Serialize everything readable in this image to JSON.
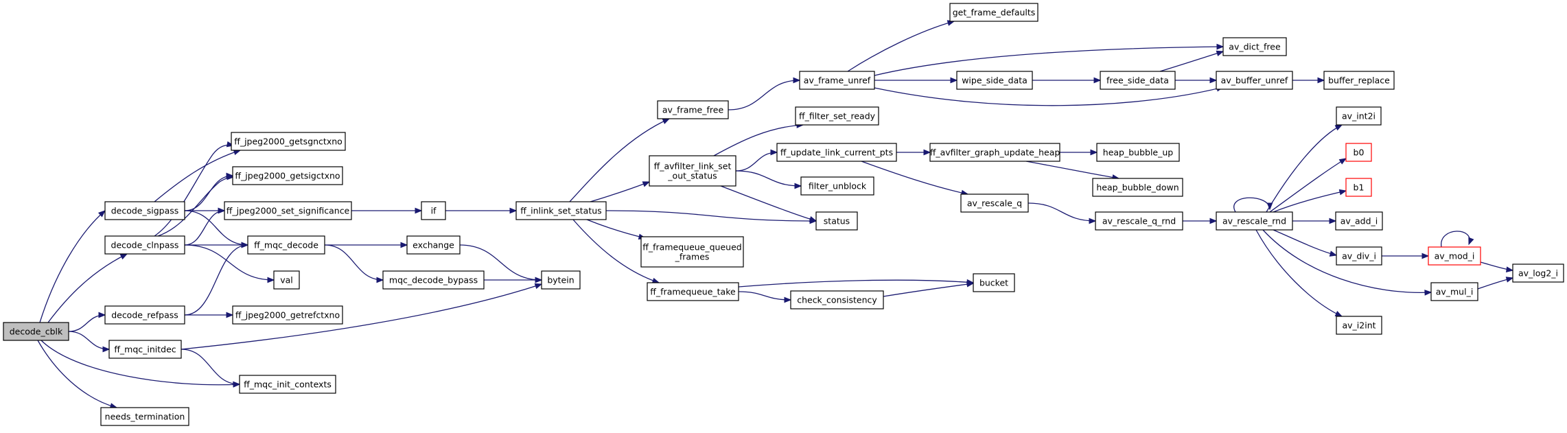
{
  "diagram": {
    "type": "call-graph",
    "colors": {
      "edge": "#191970",
      "node_border": "#000000",
      "root_fill": "#bfbfbf",
      "highlight_border": "#ff0000"
    },
    "nodes": [
      {
        "id": "decode_cblk",
        "label": "decode_cblk",
        "style": "root"
      },
      {
        "id": "decode_sigpass",
        "label": "decode_sigpass"
      },
      {
        "id": "decode_clnpass",
        "label": "decode_clnpass"
      },
      {
        "id": "decode_refpass",
        "label": "decode_refpass"
      },
      {
        "id": "ff_mqc_initdec",
        "label": "ff_mqc_initdec"
      },
      {
        "id": "needs_termination",
        "label": "needs_termination"
      },
      {
        "id": "getsgnctxno",
        "label": "ff_jpeg2000_getsgnctxno"
      },
      {
        "id": "getsigctxno",
        "label": "ff_jpeg2000_getsigctxno"
      },
      {
        "id": "set_significance",
        "label": "ff_jpeg2000_set_significance"
      },
      {
        "id": "ff_mqc_decode",
        "label": "ff_mqc_decode"
      },
      {
        "id": "val",
        "label": "val"
      },
      {
        "id": "getrefctxno",
        "label": "ff_jpeg2000_getrefctxno"
      },
      {
        "id": "init_contexts",
        "label": "ff_mqc_init_contexts"
      },
      {
        "id": "if",
        "label": "if"
      },
      {
        "id": "exchange",
        "label": "exchange"
      },
      {
        "id": "mqc_decode_bypass",
        "label": "mqc_decode_bypass"
      },
      {
        "id": "bytein",
        "label": "bytein"
      },
      {
        "id": "ff_inlink_set_status",
        "label": "ff_inlink_set_status"
      },
      {
        "id": "av_frame_free",
        "label": "av_frame_free"
      },
      {
        "id": "link_set_out_status",
        "label": [
          "ff_avfilter_link_set",
          "_out_status"
        ]
      },
      {
        "id": "framequeue_queued_frames",
        "label": [
          "ff_framequeue_queued",
          "_frames"
        ]
      },
      {
        "id": "framequeue_take",
        "label": "ff_framequeue_take"
      },
      {
        "id": "av_frame_unref",
        "label": "av_frame_unref"
      },
      {
        "id": "get_frame_defaults",
        "label": "get_frame_defaults"
      },
      {
        "id": "filter_set_ready",
        "label": "ff_filter_set_ready"
      },
      {
        "id": "update_link_current_pts",
        "label": "ff_update_link_current_pts"
      },
      {
        "id": "filter_unblock",
        "label": "filter_unblock"
      },
      {
        "id": "status",
        "label": "status"
      },
      {
        "id": "check_consistency",
        "label": "check_consistency"
      },
      {
        "id": "wipe_side_data",
        "label": "wipe_side_data"
      },
      {
        "id": "graph_update_heap",
        "label": "ff_avfilter_graph_update_heap"
      },
      {
        "id": "av_rescale_q",
        "label": "av_rescale_q"
      },
      {
        "id": "bucket",
        "label": "bucket"
      },
      {
        "id": "free_side_data",
        "label": "free_side_data"
      },
      {
        "id": "heap_bubble_up",
        "label": "heap_bubble_up"
      },
      {
        "id": "heap_bubble_down",
        "label": "heap_bubble_down"
      },
      {
        "id": "av_rescale_q_rnd",
        "label": "av_rescale_q_rnd"
      },
      {
        "id": "av_dict_free",
        "label": "av_dict_free"
      },
      {
        "id": "av_buffer_unref",
        "label": "av_buffer_unref"
      },
      {
        "id": "av_rescale_rnd",
        "label": "av_rescale_rnd"
      },
      {
        "id": "buffer_replace",
        "label": "buffer_replace"
      },
      {
        "id": "av_int2i",
        "label": "av_int2i"
      },
      {
        "id": "b0",
        "label": "b0",
        "style": "highlight"
      },
      {
        "id": "b1",
        "label": "b1",
        "style": "highlight"
      },
      {
        "id": "av_add_i",
        "label": "av_add_i"
      },
      {
        "id": "av_div_i",
        "label": "av_div_i"
      },
      {
        "id": "av_mul_i",
        "label": "av_mul_i"
      },
      {
        "id": "av_i2int",
        "label": "av_i2int"
      },
      {
        "id": "av_mod_i",
        "label": "av_mod_i",
        "style": "highlight"
      },
      {
        "id": "av_log2_i",
        "label": "av_log2_i"
      }
    ],
    "edges": [
      [
        "decode_cblk",
        "decode_sigpass"
      ],
      [
        "decode_cblk",
        "decode_clnpass"
      ],
      [
        "decode_cblk",
        "decode_refpass"
      ],
      [
        "decode_cblk",
        "ff_mqc_initdec"
      ],
      [
        "decode_cblk",
        "init_contexts"
      ],
      [
        "decode_cblk",
        "needs_termination"
      ],
      [
        "decode_sigpass",
        "getsgnctxno"
      ],
      [
        "decode_sigpass",
        "getsigctxno"
      ],
      [
        "decode_sigpass",
        "set_significance"
      ],
      [
        "decode_sigpass",
        "ff_mqc_decode"
      ],
      [
        "decode_clnpass",
        "getsgnctxno"
      ],
      [
        "decode_clnpass",
        "getsigctxno"
      ],
      [
        "decode_clnpass",
        "set_significance"
      ],
      [
        "decode_clnpass",
        "ff_mqc_decode"
      ],
      [
        "decode_clnpass",
        "val"
      ],
      [
        "decode_refpass",
        "ff_mqc_decode"
      ],
      [
        "decode_refpass",
        "getrefctxno"
      ],
      [
        "ff_mqc_initdec",
        "bytein"
      ],
      [
        "ff_mqc_initdec",
        "init_contexts"
      ],
      [
        "set_significance",
        "if"
      ],
      [
        "if",
        "ff_inlink_set_status"
      ],
      [
        "ff_mqc_decode",
        "exchange"
      ],
      [
        "ff_mqc_decode",
        "mqc_decode_bypass"
      ],
      [
        "exchange",
        "bytein"
      ],
      [
        "mqc_decode_bypass",
        "bytein"
      ],
      [
        "ff_inlink_set_status",
        "av_frame_free"
      ],
      [
        "ff_inlink_set_status",
        "link_set_out_status"
      ],
      [
        "ff_inlink_set_status",
        "framequeue_queued_frames"
      ],
      [
        "ff_inlink_set_status",
        "framequeue_take"
      ],
      [
        "ff_inlink_set_status",
        "status"
      ],
      [
        "av_frame_free",
        "av_frame_unref"
      ],
      [
        "link_set_out_status",
        "filter_set_ready"
      ],
      [
        "link_set_out_status",
        "update_link_current_pts"
      ],
      [
        "link_set_out_status",
        "filter_unblock"
      ],
      [
        "link_set_out_status",
        "status"
      ],
      [
        "framequeue_take",
        "check_consistency"
      ],
      [
        "framequeue_take",
        "bucket"
      ],
      [
        "check_consistency",
        "bucket"
      ],
      [
        "av_frame_unref",
        "get_frame_defaults"
      ],
      [
        "av_frame_unref",
        "av_dict_free"
      ],
      [
        "av_frame_unref",
        "wipe_side_data"
      ],
      [
        "av_frame_unref",
        "av_buffer_unref"
      ],
      [
        "wipe_side_data",
        "free_side_data"
      ],
      [
        "free_side_data",
        "av_dict_free"
      ],
      [
        "free_side_data",
        "av_buffer_unref"
      ],
      [
        "av_buffer_unref",
        "buffer_replace"
      ],
      [
        "update_link_current_pts",
        "graph_update_heap"
      ],
      [
        "update_link_current_pts",
        "av_rescale_q"
      ],
      [
        "graph_update_heap",
        "heap_bubble_up"
      ],
      [
        "graph_update_heap",
        "heap_bubble_down"
      ],
      [
        "av_rescale_q",
        "av_rescale_q_rnd"
      ],
      [
        "av_rescale_q_rnd",
        "av_rescale_rnd"
      ],
      [
        "av_rescale_rnd",
        "av_rescale_rnd"
      ],
      [
        "av_rescale_rnd",
        "av_int2i"
      ],
      [
        "av_rescale_rnd",
        "b0"
      ],
      [
        "av_rescale_rnd",
        "b1"
      ],
      [
        "av_rescale_rnd",
        "av_add_i"
      ],
      [
        "av_rescale_rnd",
        "av_div_i"
      ],
      [
        "av_rescale_rnd",
        "av_mul_i"
      ],
      [
        "av_rescale_rnd",
        "av_i2int"
      ],
      [
        "av_div_i",
        "av_mod_i"
      ],
      [
        "av_mod_i",
        "av_mod_i"
      ],
      [
        "av_mod_i",
        "av_log2_i"
      ],
      [
        "av_mul_i",
        "av_log2_i"
      ]
    ]
  }
}
